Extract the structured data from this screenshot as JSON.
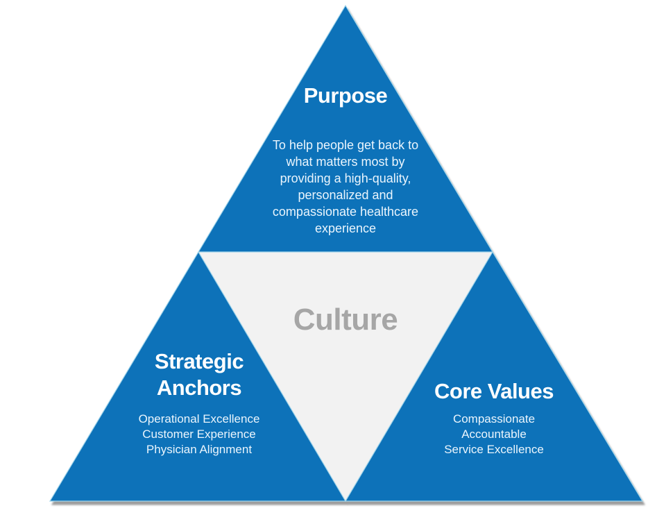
{
  "colors": {
    "triangle_blue": "#1072B9",
    "edge_highlight": "#9ED4EA",
    "culture_bg": "#F2F2F2",
    "culture_text": "#A6A6A6",
    "heading_text": "#FFFFFF",
    "body_text": "#EAF5FD",
    "shadow": "#8C8C8C",
    "background": "#FFFFFF"
  },
  "diagram": {
    "purpose": {
      "title": "Purpose",
      "body_lines": [
        "To help people get back to",
        "what matters most by",
        "providing a high-quality,",
        "personalized and",
        "compassionate healthcare",
        "experience"
      ]
    },
    "culture": {
      "title": "Culture"
    },
    "strategic_anchors": {
      "title_lines": [
        "Strategic",
        "Anchors"
      ],
      "items": [
        "Operational Excellence",
        "Customer Experience",
        "Physician Alignment"
      ]
    },
    "core_values": {
      "title": "Core Values",
      "items": [
        "Compassionate",
        "Accountable",
        "Service Excellence"
      ]
    }
  }
}
